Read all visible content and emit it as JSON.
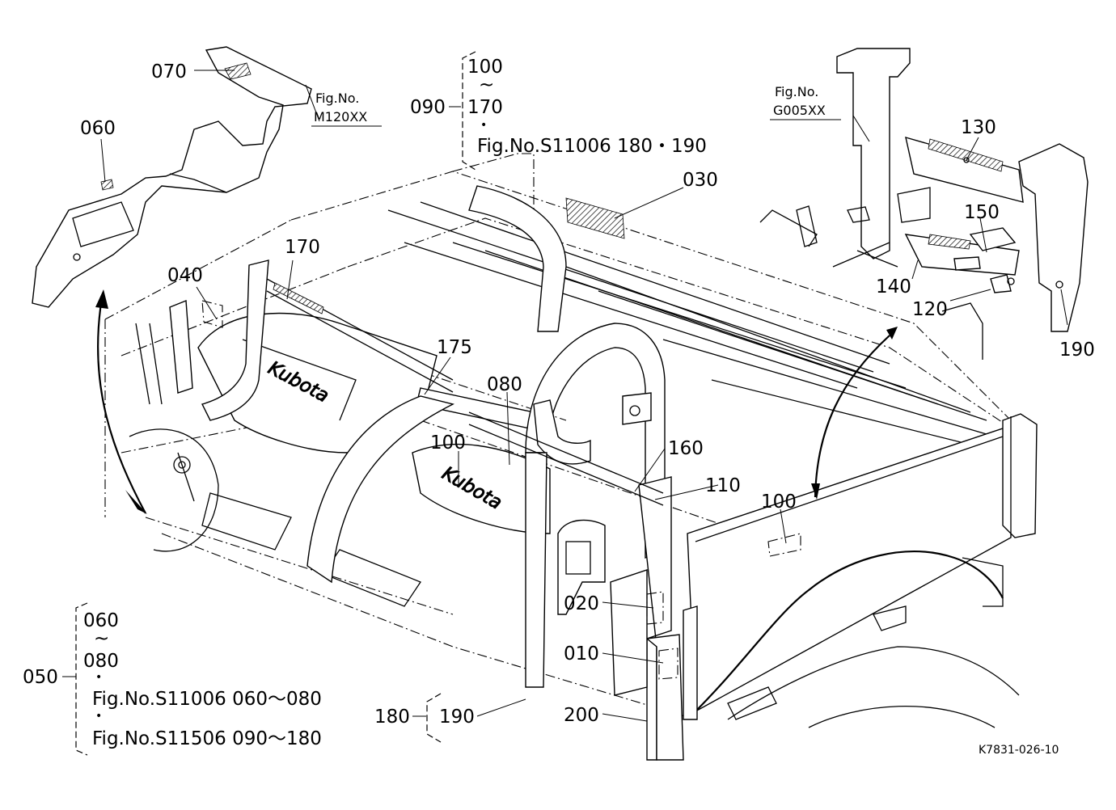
{
  "drawing_code": "K7831-026-10",
  "callouts": {
    "c010": "010",
    "c020": "020",
    "c030": "030",
    "c040": "040",
    "c050": "050",
    "c060": "060",
    "c070": "070",
    "c080": "080",
    "c090": "090",
    "c100a": "100",
    "c100b": "100",
    "c110": "110",
    "c120": "120",
    "c130": "130",
    "c140": "140",
    "c150": "150",
    "c160": "160",
    "c170": "170",
    "c175": "175",
    "c180": "180",
    "c190a": "190",
    "c190b": "190",
    "c200": "200"
  },
  "fig_refs": {
    "m120": {
      "line1": "Fig.No.",
      "line2": "M120XX"
    },
    "g005": {
      "line1": "Fig.No.",
      "line2": "G005XX"
    }
  },
  "group_090": {
    "from": "100",
    "tilde": "~",
    "to": "170",
    "dot": "•",
    "ref": "Fig.No.S11006  180・190"
  },
  "group_050": {
    "from": "060",
    "tilde": "~",
    "to": "080",
    "dot1": "•",
    "ref1": "Fig.No.S11006  060～080",
    "dot2": "•",
    "ref2": "Fig.No.S11506  090～180"
  },
  "brand_text": "Kubota"
}
